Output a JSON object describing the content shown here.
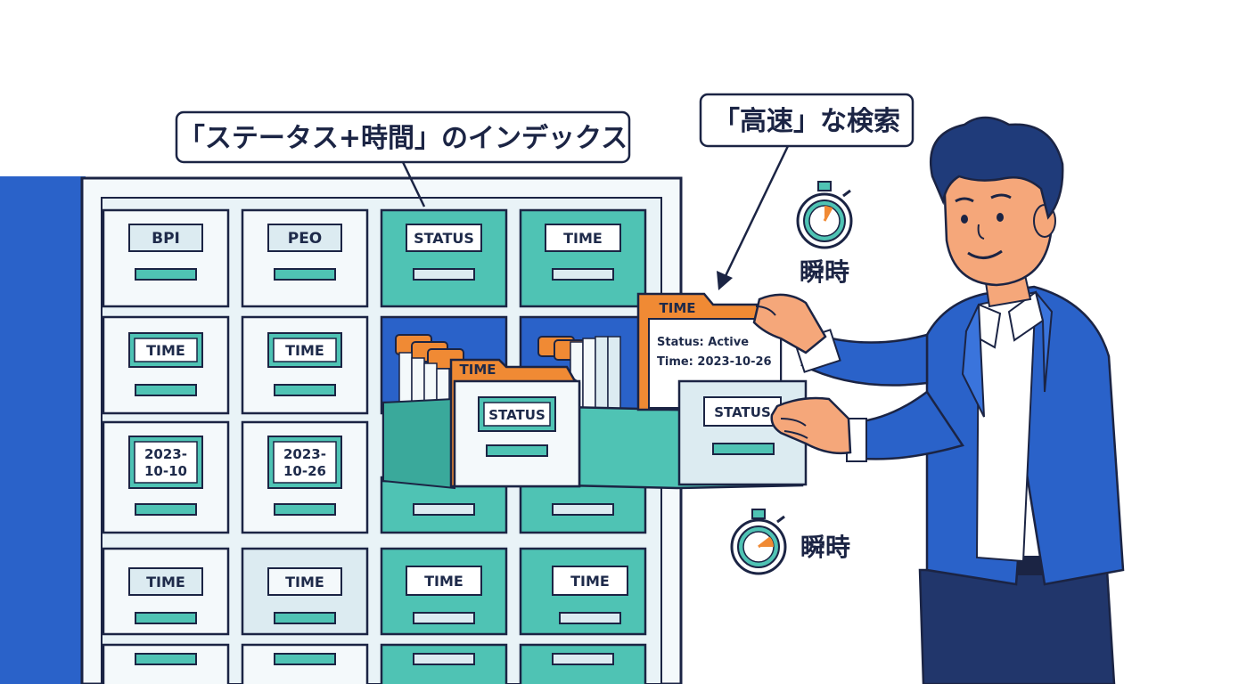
{
  "callouts": {
    "index": "「ステータス+時間」のインデックス",
    "search": "「高速」な検索"
  },
  "timers": {
    "top": "瞬時",
    "bottom": "瞬時"
  },
  "drawers": {
    "row1": [
      "BPI",
      "PEO",
      "STATUS",
      "TIME"
    ],
    "row2": [
      "TIME",
      "TIME"
    ],
    "row3": [
      [
        "2023-",
        "10-10"
      ],
      [
        "2023-",
        "10-26"
      ]
    ],
    "row4": [
      "TIME",
      "TIME",
      "TIME",
      "TIME"
    ]
  },
  "open_drawer": {
    "folder_tab": "TIME",
    "card_label": "STATUS"
  },
  "held_folder": {
    "tab": "TIME",
    "status_line": "Status: Active",
    "time_line": "Time: 2023-10-26",
    "card_label": "STATUS"
  },
  "colors": {
    "teal": "#4fc3b4",
    "navy": "#1b2444",
    "blue": "#2a62c9",
    "orange": "#f08a34",
    "light": "#e7f1f6"
  }
}
